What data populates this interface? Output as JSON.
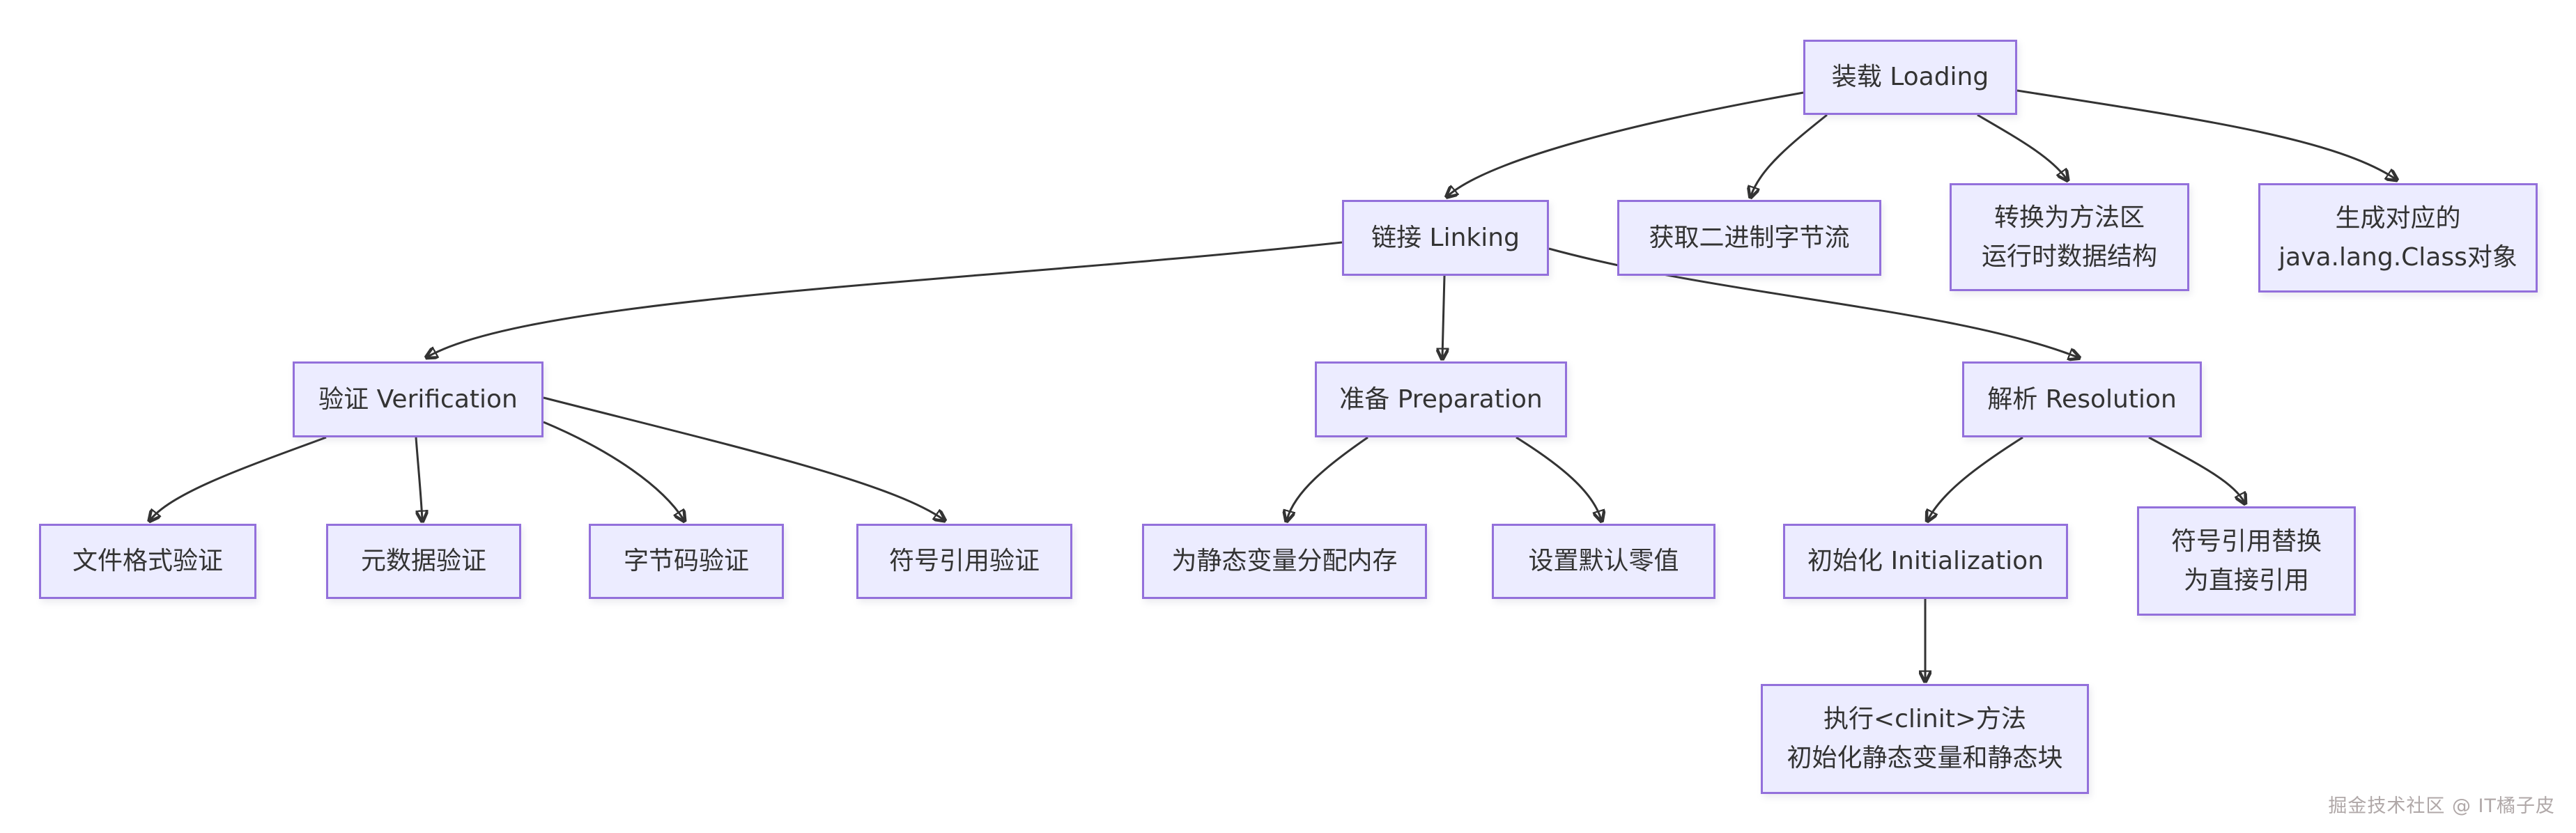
{
  "diagram": {
    "title_hint": "JVM class loading process flowchart",
    "nodes": {
      "loading": {
        "lines": [
          "装载 Loading"
        ]
      },
      "linking": {
        "lines": [
          "链接 Linking"
        ]
      },
      "get_binary": {
        "lines": [
          "获取二进制字节流"
        ]
      },
      "convert": {
        "lines": [
          "转换为方法区",
          "运行时数据结构"
        ]
      },
      "gen_class": {
        "lines": [
          "生成对应的",
          "java.lang.Class对象"
        ]
      },
      "verification": {
        "lines": [
          "验证 Verification"
        ]
      },
      "preparation": {
        "lines": [
          "准备 Preparation"
        ]
      },
      "resolution": {
        "lines": [
          "解析 Resolution"
        ]
      },
      "file_format": {
        "lines": [
          "文件格式验证"
        ]
      },
      "metadata": {
        "lines": [
          "元数据验证"
        ]
      },
      "bytecode": {
        "lines": [
          "字节码验证"
        ]
      },
      "symbol_ref": {
        "lines": [
          "符号引用验证"
        ]
      },
      "alloc_mem": {
        "lines": [
          "为静态变量分配内存"
        ]
      },
      "default_zero": {
        "lines": [
          "设置默认零值"
        ]
      },
      "initialization": {
        "lines": [
          "初始化 Initialization"
        ]
      },
      "symbol_replace": {
        "lines": [
          "符号引用替换",
          "为直接引用"
        ]
      },
      "clinit": {
        "lines": [
          "执行<clinit>方法",
          "初始化静态变量和静态块"
        ]
      }
    },
    "edges": [
      "loading->linking",
      "loading->get_binary",
      "loading->convert",
      "loading->gen_class",
      "linking->verification",
      "linking->preparation",
      "linking->resolution",
      "verification->file_format",
      "verification->metadata",
      "verification->bytecode",
      "verification->symbol_ref",
      "preparation->alloc_mem",
      "preparation->default_zero",
      "resolution->initialization",
      "resolution->symbol_replace",
      "initialization->clinit"
    ],
    "colors": {
      "node_fill": "#ECECFF",
      "node_border": "#9370DB",
      "edge": "#333333",
      "text": "#333333",
      "watermark": "#b0a8a8"
    },
    "watermark": "掘金技术社区 @ IT橘子皮"
  }
}
